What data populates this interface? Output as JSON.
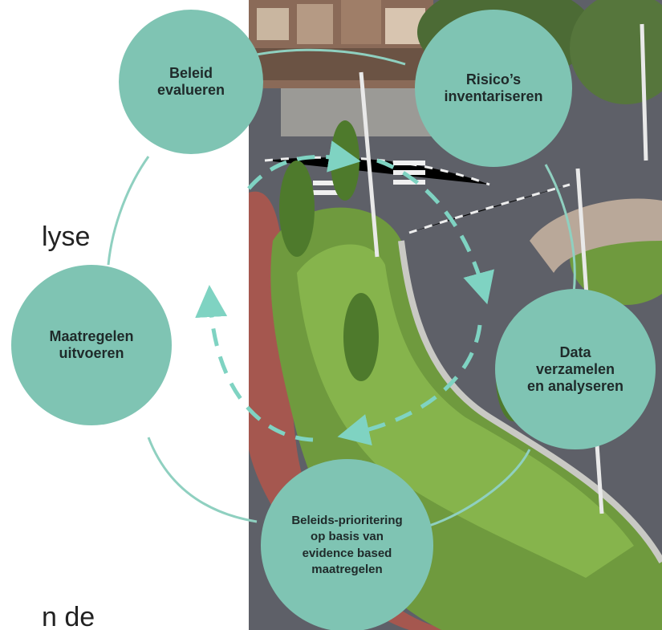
{
  "fragments": {
    "left_top": "lyse",
    "left_bottom": "n de"
  },
  "cycle": {
    "nodes": [
      {
        "id": "beleid-evalueren",
        "lines": [
          "Beleid",
          "evalueren"
        ]
      },
      {
        "id": "risicos-inventariseren",
        "lines": [
          "Risico’s",
          "inventariseren"
        ]
      },
      {
        "id": "data-verzamelen",
        "lines": [
          "Data",
          "verzamelen",
          "en analyseren"
        ]
      },
      {
        "id": "beleids-prioritering",
        "lines": [
          "Beleids-prioritering",
          "op basis van",
          "evidence based",
          "maatregelen"
        ]
      },
      {
        "id": "maatregelen-uitvoeren",
        "lines": [
          "Maatregelen",
          "uitvoeren"
        ]
      }
    ]
  },
  "colors": {
    "node_fill": "#7fc4b3",
    "connector": "#8fd0c0",
    "dashed_arrow": "#7fd3c2"
  }
}
